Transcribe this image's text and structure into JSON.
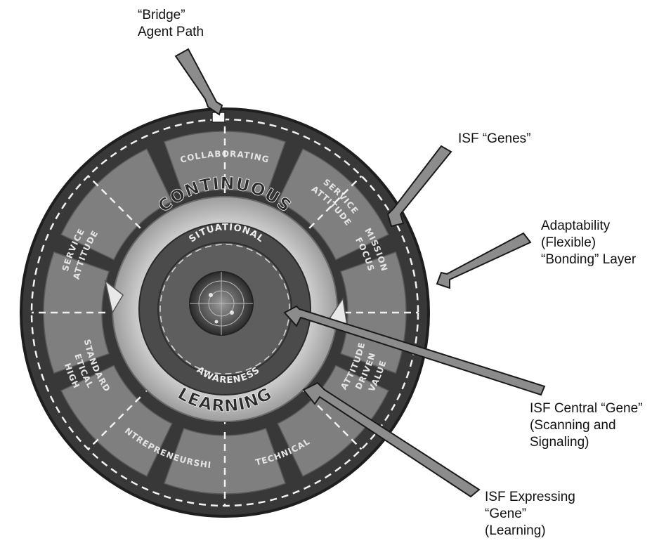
{
  "callouts": {
    "bridge": {
      "line1": "“Bridge”",
      "line2": "Agent Path"
    },
    "genes": {
      "line1": "ISF “Genes”"
    },
    "adaptability": {
      "line1": "Adaptability",
      "line2": "(Flexible)",
      "line3": "“Bonding” Layer"
    },
    "central": {
      "line1": "ISF Central “Gene”",
      "line2": "(Scanning and",
      "line3": "Signaling)"
    },
    "expressing": {
      "line1": "ISF Expressing",
      "line2": "“Gene”",
      "line3": "(Learning)"
    }
  },
  "segments": {
    "collaborating": "COLLABORATING",
    "service_top_1": "SERVICE",
    "service_top_2": "ATTITUDE",
    "mission_1": "MISSION",
    "mission_2": "FOCUS",
    "value_1": "VALUE",
    "value_2": "DRIVEN",
    "value_3": "ATTITUDE",
    "technical": "TECHNICAL",
    "entrepreneurship": "ENTREPRENEURSHIP",
    "high_1": "HIGH",
    "high_2": "ETICAL",
    "high_3": "STANDARD",
    "service_left_1": "SERVICE",
    "service_left_2": "ATTITUDE"
  },
  "ring_words": {
    "top": "CONTINUOUS",
    "bottom": "LEARNING"
  },
  "core": {
    "top": "SITUATIONAL",
    "bottom": "AWARENESS"
  },
  "colors": {
    "outer_ring": "#3a3a3a",
    "segment": "#7f7f7f",
    "divider": "#2a2a2a",
    "inner_ring": "#d9d9d9",
    "core": "#555555",
    "arrow": "#8a8a8a"
  }
}
